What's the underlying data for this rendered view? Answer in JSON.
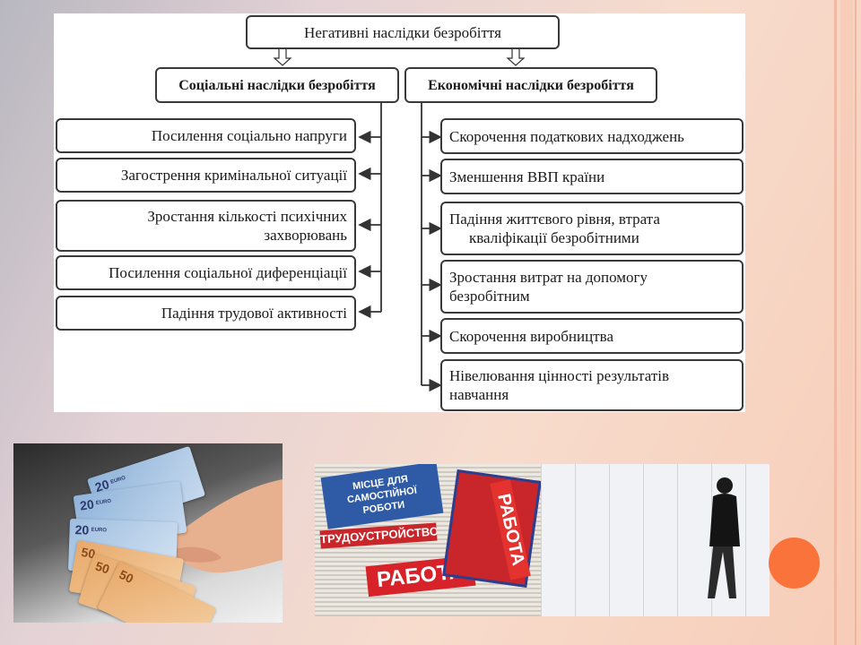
{
  "diagram": {
    "root": "Негативні наслідки безробіття",
    "social": {
      "title": "Соціальні наслідки безробіття",
      "items": [
        {
          "line1": "Посилення соціально напруги",
          "line2": ""
        },
        {
          "line1": "Загострення кримінальної ситуації",
          "line2": ""
        },
        {
          "line1": "Зростання кількості психічних",
          "line2": "захворювань"
        },
        {
          "line1": "Посилення соціальної диференціації",
          "line2": ""
        },
        {
          "line1": "Падіння трудової активності",
          "line2": ""
        }
      ]
    },
    "economic": {
      "title": "Економічні наслідки безробіття",
      "items": [
        {
          "line1": "Скорочення податкових надходжень",
          "line2": ""
        },
        {
          "line1": "Зменшення ВВП країни",
          "line2": ""
        },
        {
          "line1": "Падіння життєвого рівня, втрата",
          "line2": "кваліфікації безробітними"
        },
        {
          "line1": "Зростання витрат на допомогу",
          "line2": "безробітним"
        },
        {
          "line1": "Скорочення виробництва",
          "line2": ""
        },
        {
          "line1": "Нівелювання цінності результатів",
          "line2": "навчання"
        }
      ]
    }
  },
  "photos": {
    "money": {
      "bills": [
        "20",
        "20",
        "20",
        "50",
        "50",
        "50"
      ],
      "currency": "EURO"
    },
    "newspapers": {
      "banner": "МІСЦЕ ДЛЯ САМОСТІЙНОЇ РОБОТИ",
      "paper1": "ТРУДОУСТРОЙСТВО",
      "paper2": "РАБОТА",
      "paper3": "РАБОТА"
    }
  },
  "colors": {
    "accent_dot": "#f9733a",
    "box_border": "#3a3a3a"
  }
}
